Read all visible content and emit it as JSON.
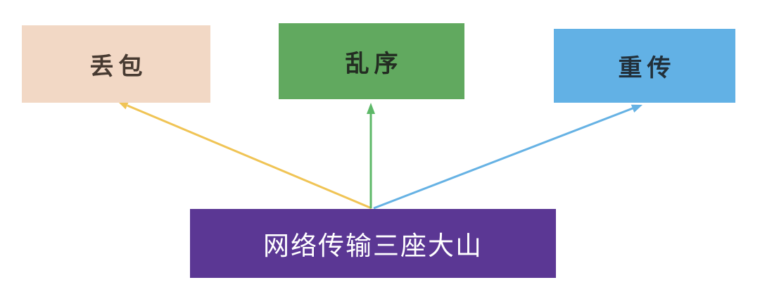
{
  "diagram": {
    "nodes": {
      "packet_loss": {
        "label": "丢包",
        "color": "#f2d8c5"
      },
      "out_of_order": {
        "label": "乱序",
        "color": "#61a95f"
      },
      "retransmission": {
        "label": "重传",
        "color": "#62b1e5"
      },
      "main": {
        "label": "网络传输三座大山",
        "color": "#5b3794"
      }
    },
    "arrows": {
      "to_packet_loss": {
        "color": "#f0c455"
      },
      "to_out_of_order": {
        "color": "#5db868"
      },
      "to_retransmission": {
        "color": "#66b2e4"
      }
    }
  }
}
